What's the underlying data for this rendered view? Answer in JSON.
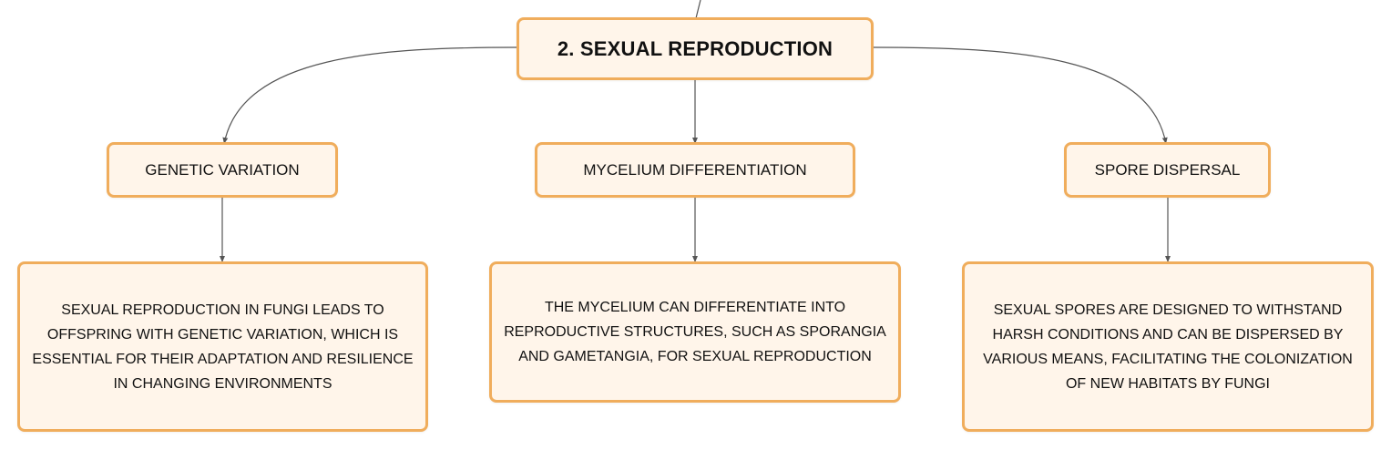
{
  "diagram": {
    "root": {
      "label": "2. SEXUAL REPRODUCTION"
    },
    "branches": [
      {
        "label": "GENETIC VARIATION",
        "detail": "SEXUAL REPRODUCTION IN FUNGI LEADS TO OFFSPRING WITH GENETIC VARIATION, WHICH IS ESSENTIAL FOR THEIR ADAPTATION AND RESILIENCE IN CHANGING ENVIRONMENTS"
      },
      {
        "label": "MYCELIUM DIFFERENTIATION",
        "detail": "THE MYCELIUM CAN DIFFERENTIATE INTO REPRODUCTIVE STRUCTURES, SUCH AS SPORANGIA AND GAMETANGIA, FOR SEXUAL REPRODUCTION"
      },
      {
        "label": "SPORE DISPERSAL",
        "detail": "SEXUAL SPORES ARE DESIGNED TO WITHSTAND HARSH CONDITIONS AND CAN BE DISPERSED BY VARIOUS MEANS, FACILITATING THE COLONIZATION OF NEW HABITATS BY FUNGI"
      }
    ]
  },
  "colors": {
    "node_fill": "#fff5ea",
    "node_border": "#f0ad5c",
    "connector": "#555555",
    "text": "#111111"
  }
}
